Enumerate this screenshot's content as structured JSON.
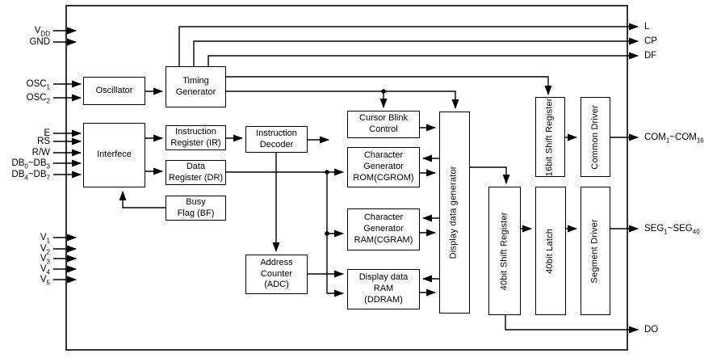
{
  "colors": {
    "line": "#000000",
    "background": "#ffffff",
    "text": "#000000"
  },
  "blocks": {
    "oscillator": "Oscillator",
    "timing_generator": "Timing\nGenerator",
    "interface": "Interfece",
    "instruction_register": "Instruction\nRegister (IR)",
    "data_register": "Data\nRegister (DR)",
    "busy_flag": "Busy\nFlag (BF)",
    "instruction_decoder": "Instruction\nDecoder",
    "address_counter": "Address\nCounter\n(ADC)",
    "cursor_blink_control": "Cursor Blink\nControl",
    "cgrom": "Character\nGenerator\nROM(CGROM)",
    "cgram": "Character\nGenerator\nRAM(CGRAM)",
    "ddram": "Display data\nRAM\n(DDRAM)",
    "display_data_generator": "Display data generator",
    "shift_register_16": "16bit Shift Register",
    "common_driver": "Common Driver",
    "shift_register_40": "40bit Shift Register",
    "latch_40": "40bit Latch",
    "segment_driver": "Segment Driver"
  },
  "pins": {
    "vdd": {
      "p0": "V",
      "s0": "DD"
    },
    "gnd": {
      "p0": "GND"
    },
    "osc1": {
      "p0": "OSC",
      "s0": "1"
    },
    "osc2": {
      "p0": "OSC",
      "s0": "2"
    },
    "e": {
      "p0": "E"
    },
    "rs": {
      "p0": "RS"
    },
    "rw": {
      "p0": "R/W"
    },
    "db0_3": {
      "p0": "DB",
      "s0": "0",
      "p1": "~DB",
      "s1": "3"
    },
    "db4_7": {
      "p0": "DB",
      "s0": "4",
      "p1": "~DB",
      "s1": "7"
    },
    "v1": {
      "p0": "V",
      "s0": "1"
    },
    "v2": {
      "p0": "V",
      "s0": "2"
    },
    "v3": {
      "p0": "V",
      "s0": "3"
    },
    "v4": {
      "p0": "V",
      "s0": "4"
    },
    "v5": {
      "p0": "V",
      "s0": "5"
    },
    "l": {
      "p0": "L"
    },
    "cp": {
      "p0": "CP"
    },
    "df": {
      "p0": "DF"
    },
    "com": {
      "p0": "COM",
      "s0": "1",
      "p1": "~COM",
      "s1": "16"
    },
    "seg": {
      "p0": "SEG",
      "s0": "1",
      "p1": "~SEG",
      "s1": "40"
    },
    "do": {
      "p0": "DO"
    }
  }
}
